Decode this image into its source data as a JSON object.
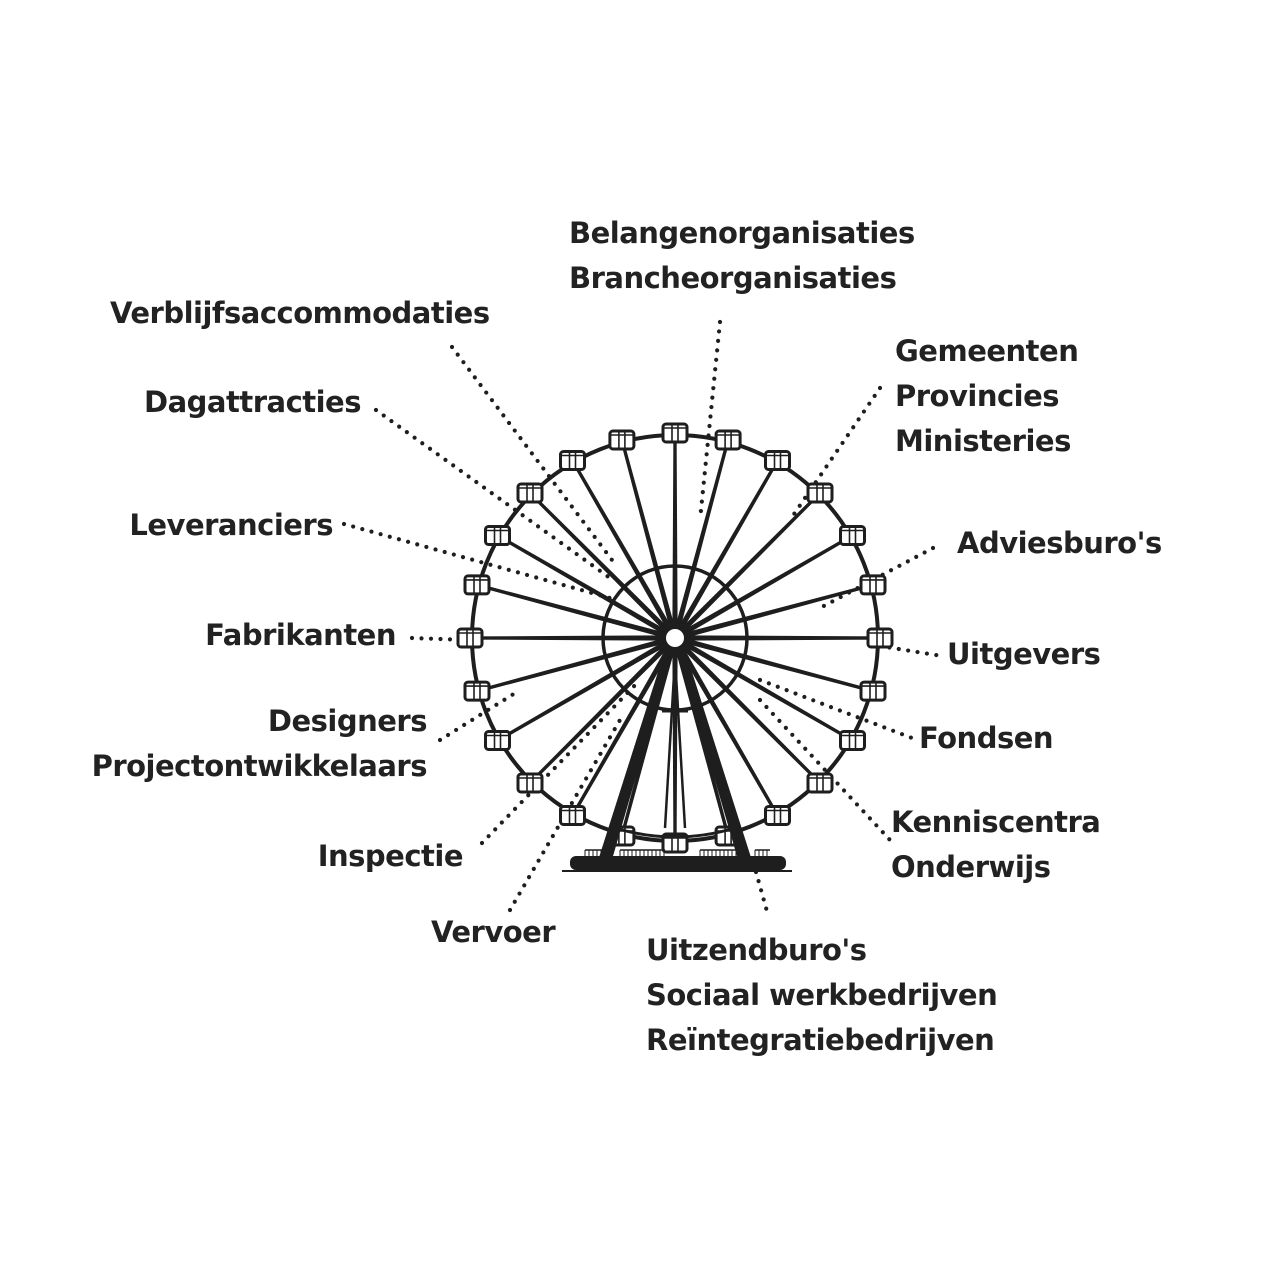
{
  "colors": {
    "ink": "#1e1e1e",
    "text": "#222222",
    "background": "#ffffff"
  },
  "wheel": {
    "gondola_count": 24,
    "subject": "ferris-wheel"
  },
  "labels": [
    {
      "id": "belangen",
      "lines": [
        "Belangenorganisaties",
        "Brancheorganisaties"
      ]
    },
    {
      "id": "verblijf",
      "lines": [
        "Verblijfsaccommodaties"
      ]
    },
    {
      "id": "gemeenten",
      "lines": [
        "Gemeenten",
        "Provincies",
        "Ministeries"
      ]
    },
    {
      "id": "dagattracties",
      "lines": [
        "Dagattracties"
      ]
    },
    {
      "id": "adviesburos",
      "lines": [
        "Adviesburo's"
      ]
    },
    {
      "id": "leveranciers",
      "lines": [
        "Leveranciers"
      ]
    },
    {
      "id": "fabrikanten",
      "lines": [
        "Fabrikanten"
      ]
    },
    {
      "id": "uitgevers",
      "lines": [
        "Uitgevers"
      ]
    },
    {
      "id": "designers",
      "lines": [
        "Designers",
        "Projectontwikkelaars"
      ]
    },
    {
      "id": "fondsen",
      "lines": [
        "Fondsen"
      ]
    },
    {
      "id": "kenniscentra",
      "lines": [
        "Kenniscentra",
        "Onderwijs"
      ]
    },
    {
      "id": "inspectie",
      "lines": [
        "Inspectie"
      ]
    },
    {
      "id": "vervoer",
      "lines": [
        "Vervoer"
      ]
    },
    {
      "id": "uitzendburos",
      "lines": [
        "Uitzendburo's",
        "Sociaal werkbedrijven",
        "Reïntegratiebedrijven"
      ]
    }
  ]
}
